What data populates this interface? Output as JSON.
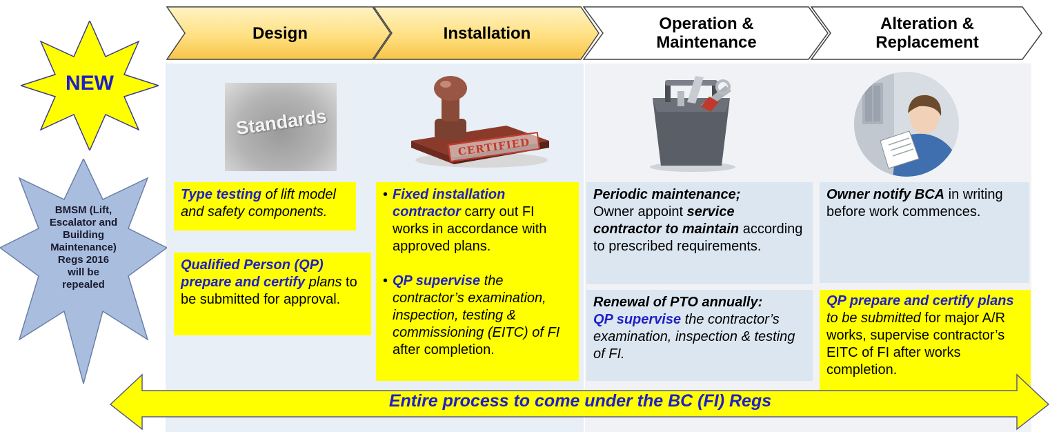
{
  "stages": [
    "Design",
    "Installation",
    "Operation &\nMaintenance",
    "Alteration &\nReplacement"
  ],
  "colors": {
    "stage_fill": "#ffd966",
    "highlight": "#ffff00",
    "emphasis": "#1f1fc8",
    "panel": "#dce6f1",
    "star_new": "#ffff00",
    "star_old": "#a9bede"
  },
  "badges": {
    "new": "NEW",
    "repealed": "BMSM (Lift,\nEscalator and\nBuilding\nMaintenance)\nRegs 2016\nwill be\nrepealed"
  },
  "images": {
    "standards_text": "Standards",
    "stamp_text": "CERTIFIED",
    "toolbox": "toolbox-icon",
    "reader": "person-reading-icon"
  },
  "design": {
    "box1": {
      "t1": "Type testing",
      "t2": " of lift model and safety components."
    },
    "box2": {
      "t1": "Qualified Person (QP) prepare and certify",
      "t2": " plans",
      "t3": " to be submitted for approval."
    }
  },
  "installation": {
    "bullet": "•",
    "b1": {
      "t1": "Fixed installation contractor",
      "t2": " carry out FI works in accordance with approved plans."
    },
    "b2": {
      "t1": "QP supervise",
      "t2": " the contractor’s examination, inspection, testing & commissioning (EITC) of FI",
      "t3": " after completion."
    }
  },
  "operation": {
    "box1": {
      "t1": "Periodic maintenance;",
      "t2": "Owner appoint ",
      "t3": "service contractor to maintain",
      "t4": " according to prescribed requirements."
    },
    "box2": {
      "t1": "Renewal of PTO annually:",
      "t2": "QP supervise",
      "t3": " the contractor’s examination, inspection & testing of FI."
    }
  },
  "alteration": {
    "box1": {
      "t1": "Owner notify BCA",
      "t2": " in writing before work commences."
    },
    "box2": {
      "t1": "QP prepare and certify plans",
      "t2": " to be submitted",
      "t3": " for major A/R works, supervise contractor’s EITC of FI after works completion."
    }
  },
  "arrow_text": "Entire process to come under the BC (FI) Regs"
}
